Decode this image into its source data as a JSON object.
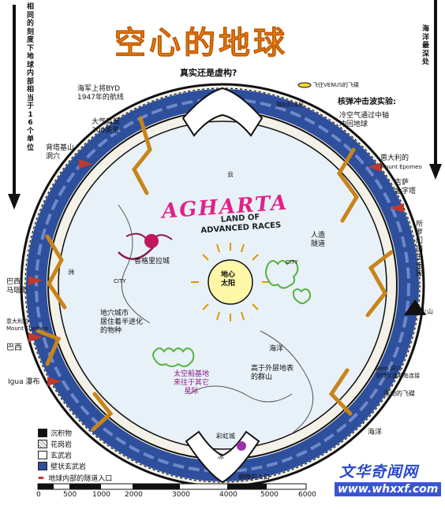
{
  "title": "空心的地球",
  "subtitle": "真实还是虚构?",
  "left_column": "相同的刻度下地球内部相当于16个单位",
  "right_column": "海洋最深处",
  "center": {
    "name": "AGHARTA",
    "tagline_line1": "LAND OF",
    "tagline_line2": "ADVANCED RACES",
    "sun_label_line1": "地心",
    "sun_label_line2": "太阳"
  },
  "labels": {
    "byrd_line1": "海军上将BYD",
    "byrd_line2": "1947年的航线",
    "atmosphere_line1": "大气高度",
    "atmosphere_line2": "200英里",
    "tibet_line1": "背塔基山",
    "tibet_line2": "洞穴",
    "venus": "飞往VENUS的飞碟",
    "melt": "融化的冰层",
    "shock_title": "核弹冲击波实验:",
    "shock_line1": "冷空气通过中轴",
    "shock_line2": "冲回地球",
    "cloud": "云",
    "ice": "冰",
    "epomeo_cn": "葸大利的",
    "epomeo_en": "Mount Epomeo",
    "giza_line1": "吉萨",
    "giza_line2": "金字塔",
    "solomon": "所罗门国王宝库",
    "tunnel_line1": "人造",
    "tunnel_line2": "隧道",
    "city1": "CITY",
    "city2": "CITY",
    "shangri": "香格里拉城",
    "cave_line1": "地穴城市",
    "cave_line2": "居住着半进化",
    "cave_line3": "的物种",
    "sea_inner": "海洋",
    "volcano": "火山",
    "brazil1_line1": "巴西",
    "brazil1_line2": "马瑙斯",
    "epomeo2_cn": "意大利的",
    "epomeo2_en": "Mount Epomeo",
    "brazil2": "巴西",
    "iguazu": "Igua 瀑布",
    "mountains_line1": "高于外层地表",
    "mountains_line2": "的群山",
    "spacebase_line1": "太空船基地",
    "spacebase_line2": "来往于其它",
    "spacebase_line3": "星际",
    "bero_line1": "Bero 洞穴-",
    "bero_line2": "亚特兰提斯岛连接",
    "floating_saucer": "漂动的飞碟",
    "sea_outer": "海洋",
    "rainbow": "彩虹城",
    "small_entrance": "细微的入口",
    "island": "洲"
  },
  "legend": [
    {
      "label": "沉积物",
      "color": "#111111"
    },
    {
      "label": "花岗岩",
      "color": "#ffffff"
    },
    {
      "label": "玄武岩",
      "color": "#ffffff"
    },
    {
      "label": "壁状玄武岩",
      "color": "#2d4f9c"
    },
    {
      "label": "地球内部的隧道入口",
      "color": "#c0392b"
    }
  ],
  "scale": {
    "ticks": [
      "0",
      "500",
      "1000",
      "2000",
      "3000",
      "4000",
      "5000",
      "6000"
    ]
  },
  "watermark": {
    "name": "文华奇闻网",
    "url": "www.whxxf.com"
  },
  "colors": {
    "title": "#f08a1c",
    "mantle": "#2d4f9c",
    "tunnel": "#c8841a",
    "agharta": "#e0218a",
    "arrow": "#c0392b",
    "vegetation": "#55b33d"
  }
}
